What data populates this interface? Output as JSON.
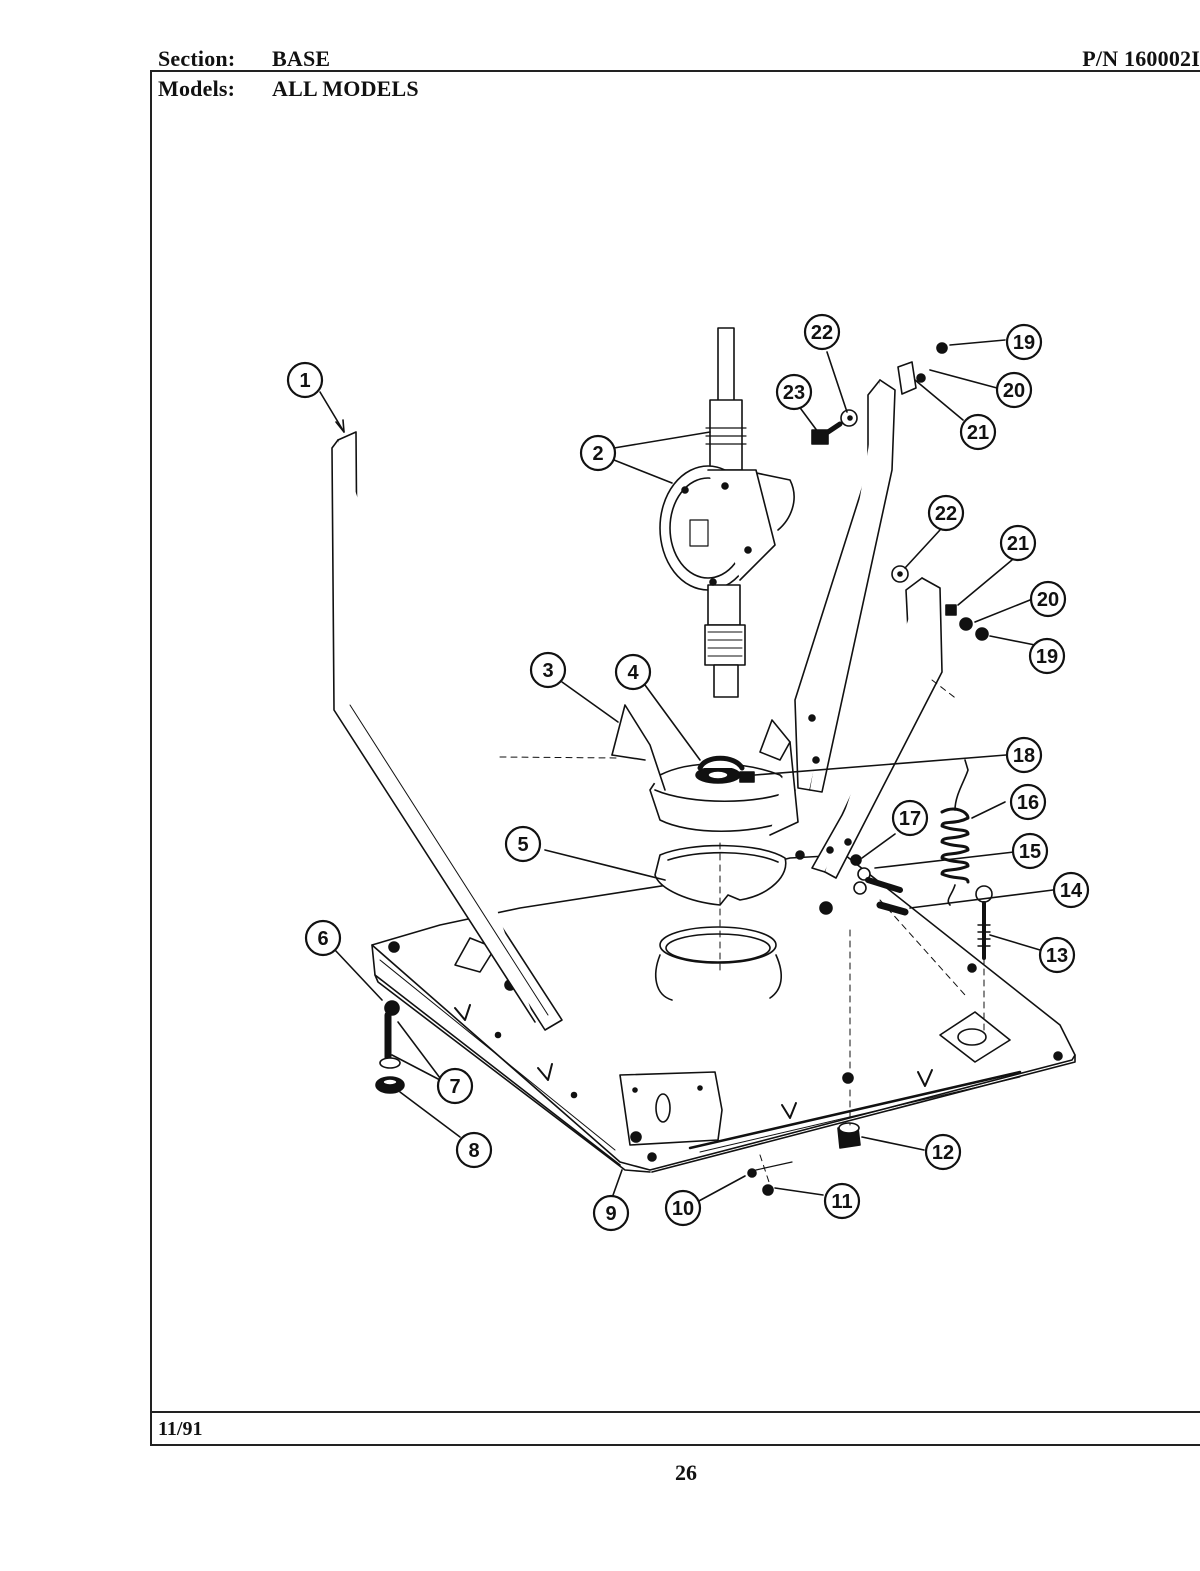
{
  "header": {
    "section_label": "Section:",
    "section_value": "BASE",
    "part_number": "P/N 160002I",
    "models_label": "Models:",
    "models_value": "ALL MODELS"
  },
  "footer": {
    "date": "11/91",
    "page_number": "26"
  },
  "callouts": [
    "1",
    "2",
    "3",
    "4",
    "5",
    "6",
    "7",
    "8",
    "9",
    "10",
    "11",
    "12",
    "13",
    "14",
    "15",
    "16",
    "17",
    "18",
    "19",
    "20",
    "21",
    "22",
    "22",
    "23",
    "19",
    "20",
    "21"
  ]
}
